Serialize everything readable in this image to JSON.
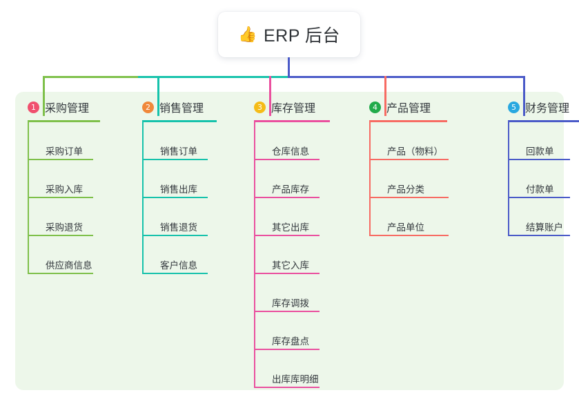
{
  "root": {
    "emoji": "👍",
    "title": "ERP 后台"
  },
  "colors": {
    "panel_bg": "#edf7ea",
    "root_stem": "#4a5ac8",
    "text": "#33383d"
  },
  "columns": [
    {
      "index": "1",
      "badge_color": "#f0506e",
      "line_color": "#7ec04a",
      "label": "采购管理",
      "children": [
        "采购订单",
        "采购入库",
        "采购退货",
        "供应商信息"
      ]
    },
    {
      "index": "2",
      "badge_color": "#f0883a",
      "line_color": "#16c2ab",
      "label": "销售管理",
      "children": [
        "销售订单",
        "销售出库",
        "销售退货",
        "客户信息"
      ]
    },
    {
      "index": "3",
      "badge_color": "#f5bc18",
      "line_color": "#ea4f9e",
      "label": "库存管理",
      "children": [
        "仓库信息",
        "产品库存",
        "其它出库",
        "其它入库",
        "库存调拨",
        "库存盘点",
        "出库库明细"
      ]
    },
    {
      "index": "4",
      "badge_color": "#22ab4b",
      "line_color": "#f76b63",
      "label": "产品管理",
      "children": [
        "产品（物料）",
        "产品分类",
        "产品单位"
      ]
    },
    {
      "index": "5",
      "badge_color": "#29a8e0",
      "line_color": "#4a5ac8",
      "label": "财务管理",
      "children": [
        "回款单",
        "付款单",
        "结算账户"
      ]
    }
  ]
}
